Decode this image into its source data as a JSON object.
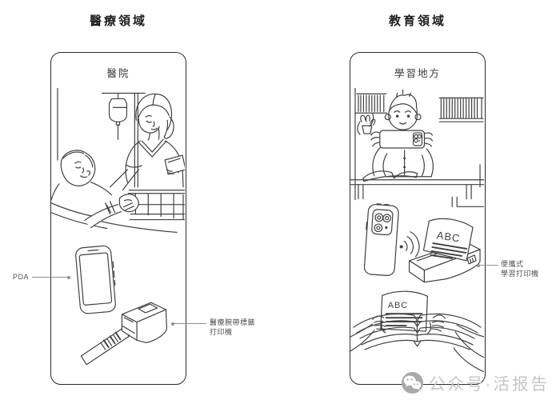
{
  "colors": {
    "line": "#404040",
    "panel_border": "#2c2c2c",
    "connector": "#8f8f8f",
    "label_text": "#4f4f4f",
    "watermark_text": "#c6c6c6",
    "watermark_icon": "#a9a9a9"
  },
  "medical": {
    "section_title": "醫療領域",
    "panel_title": "醫院",
    "pda_label": "PDA",
    "printer_label_line1": "醫療腕帶標籤",
    "printer_label_line2": "打印機"
  },
  "education": {
    "section_title": "教育領域",
    "panel_title": "學習地方",
    "printer_label_line1": "便攜式",
    "printer_label_line2": "學習打印機",
    "printed_paper_text": "ABC",
    "held_paper_text": "ABC"
  },
  "watermark": {
    "text": "公众号·活报告"
  }
}
